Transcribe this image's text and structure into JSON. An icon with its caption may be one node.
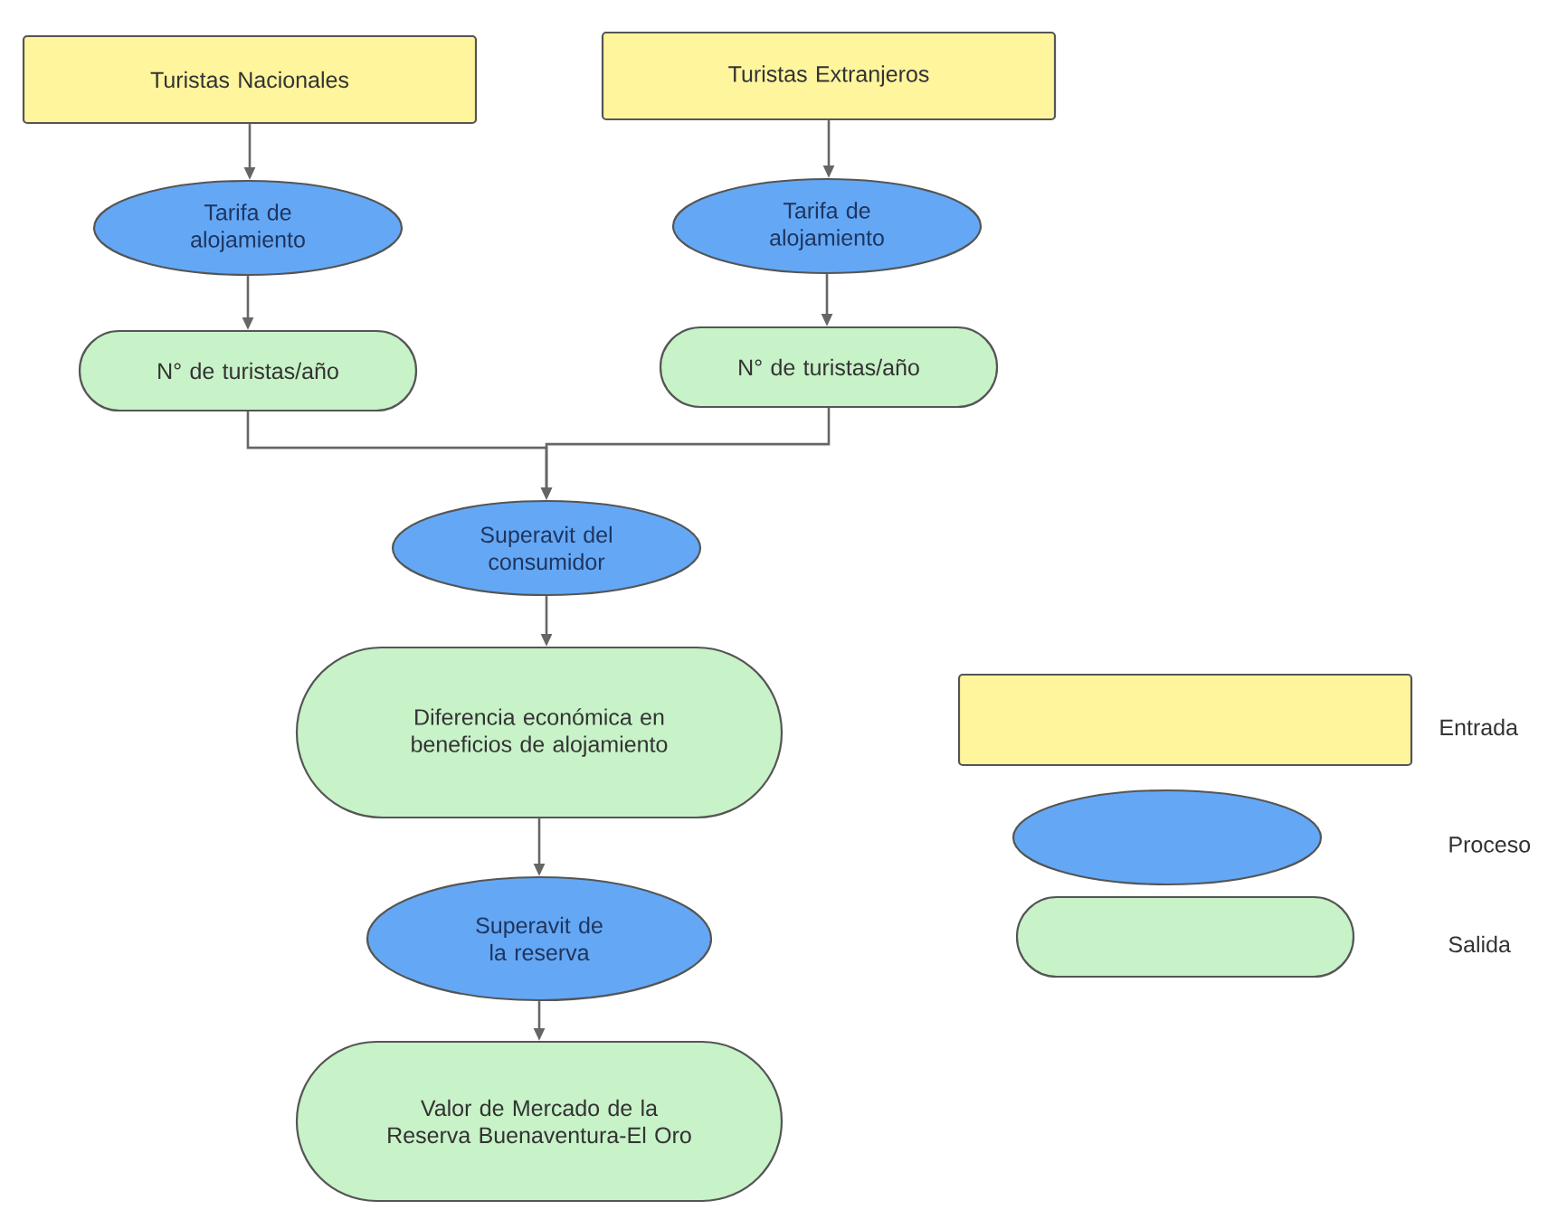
{
  "diagram": {
    "nodes": [
      {
        "text": [
          "Turistas Nacionales"
        ]
      },
      {
        "text": [
          "Turistas Extranjeros"
        ]
      },
      {
        "text": [
          "Tarifa de alojamiento"
        ]
      },
      {
        "text": [
          "Tarifa de alojamiento"
        ]
      },
      {
        "text": [
          "N° de turistas/año"
        ]
      },
      {
        "text": [
          "N° de turistas/año"
        ]
      },
      {
        "text": [
          "Superavit del consumidor"
        ]
      },
      {
        "text": [
          "Diferencia económica en beneficios de alojamiento"
        ]
      },
      {
        "text": [
          "Superavit de la reserva"
        ]
      },
      {
        "text": [
          "Valor de Mercado de la Reserva Buenaventura-El Oro"
        ]
      }
    ],
    "edges": [
      {
        "from": 0,
        "to": 2,
        "arrow": "to"
      },
      {
        "from": 1,
        "to": 3,
        "arrow": "to"
      },
      {
        "from": 2,
        "to": 4,
        "arrow": "to"
      },
      {
        "from": 3,
        "to": 5,
        "arrow": "to"
      },
      {
        "from": 4,
        "to": 6,
        "arrow": "to"
      },
      {
        "from": 5,
        "to": 6,
        "arrow": "to"
      },
      {
        "from": 6,
        "to": 7,
        "arrow": "to"
      },
      {
        "from": 7,
        "to": 8,
        "arrow": "to"
      },
      {
        "from": 8,
        "to": 9,
        "arrow": "to"
      }
    ],
    "legend": [
      {
        "text": "Entrada",
        "color": "#fff59d"
      },
      {
        "text": "Proceso",
        "color": "#64a8f5"
      },
      {
        "text": "Salida",
        "color": "#c8f2c8"
      }
    ]
  }
}
